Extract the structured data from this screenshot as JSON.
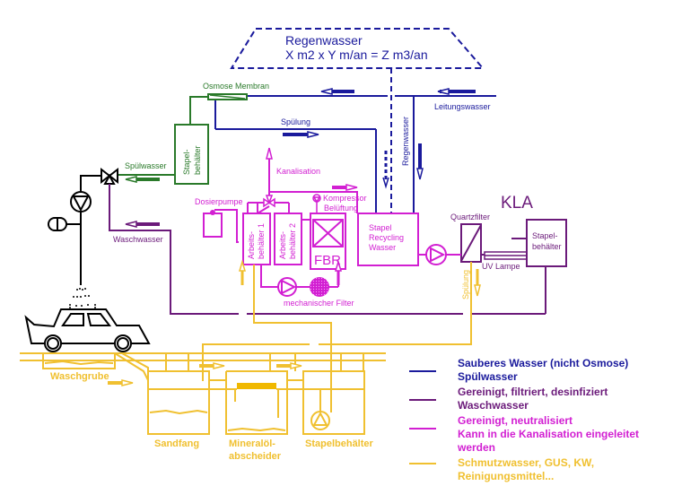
{
  "colors": {
    "clean_water": "#1a1a9c",
    "cleaned_filtered": "#6b1a7a",
    "neutralized": "#d21fd2",
    "dirty_water": "#f0c030",
    "osmosis": "#2a7a2a",
    "black": "#000000"
  },
  "rainwater_box": {
    "title": "Regenwasser",
    "formula": "X m2 x Y m/an = Z m3/an"
  },
  "labels": {
    "osmose_membran": "Osmose Membran",
    "spuelung_top": "Spülung",
    "leitungswasser": "Leitungswasser",
    "regenwasser_vertical": "Regenwasser",
    "stapelbehaelter_green": "Stapel-\nbehälter",
    "stapelbehaelter_green_l1": "Stapel-",
    "stapelbehaelter_green_l2": "behälter",
    "spuelwasser": "Spülwasser",
    "waschwasser": "Waschwasser",
    "kanalisation": "Kanalisation",
    "dosierpumpe": "Dosierpumpe",
    "kompressor": "Kompressor",
    "belueftung": "Belüftung",
    "arbeitsbehaelter1_l1": "Arbeits-",
    "arbeitsbehaelter1_l2": "behälter 1",
    "arbeitsbehaelter2_l1": "Arbeits-",
    "arbeitsbehaelter2_l2": "behälter 2",
    "fbr": "FBR",
    "stapel_recycling_l1": "Stapel",
    "stapel_recycling_l2": "Recycling",
    "stapel_recycling_l3": "Wasser",
    "mechanischer_filter": "mechanischer Filter",
    "kla": "KLA",
    "quartzfilter": "Quartzfilter",
    "uv_lampe": "UV Lampe",
    "stapelbehaelter_kla_l1": "Stapel-",
    "stapelbehaelter_kla_l2": "behälter",
    "spuelung_vertical": "Spülung",
    "waschgrube": "Waschgrube",
    "sandfang": "Sandfang",
    "mineraloel_l1": "Mineralöl-",
    "mineraloel_l2": "abscheider",
    "stapelbehaelter_bottom": "Stapelbehälter"
  },
  "legend": [
    {
      "color_key": "clean_water",
      "line1": "Sauberes Wasser (nicht Osmose)",
      "line2": "Spülwasser",
      "color": "#1a1a9c"
    },
    {
      "color_key": "cleaned_filtered",
      "line1": "Gereinigt, filtriert, desinfiziert",
      "line2": "Waschwasser",
      "color": "#6b1a7a"
    },
    {
      "color_key": "neutralized",
      "line1": "Gereinigt, neutralisiert",
      "line2": "Kann in die Kanalisation eingeleitet werden",
      "color": "#d21fd2"
    },
    {
      "color_key": "dirty_water",
      "line1": "Schmutzwasser, GUS, KW, Reinigungsmittel...",
      "line2": "",
      "color": "#f0c030"
    }
  ]
}
